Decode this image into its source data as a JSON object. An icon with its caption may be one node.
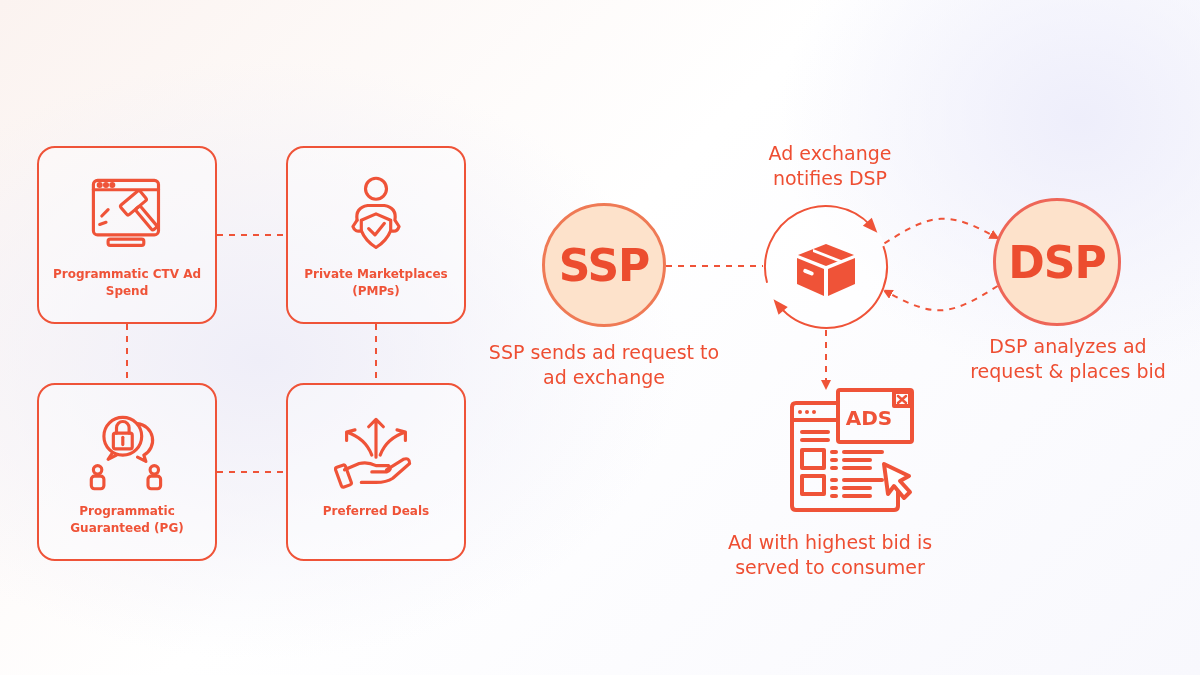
{
  "diagram": {
    "nodes": [
      {
        "text": [
          "Programmatic CTV Ad Spend"
        ]
      },
      {
        "text": [
          "Private Marketplaces (PMPs)"
        ]
      },
      {
        "text": [
          "Programmatic Guaranteed (PG)"
        ]
      },
      {
        "text": [
          "Preferred Deals"
        ]
      },
      {
        "text": [
          "SSP"
        ],
        "beside": [
          "SSP sends ad request to ad exchange"
        ]
      },
      {
        "text": [],
        "shape": "circle",
        "beside": [
          "Ad exchange notifies DSP"
        ]
      },
      {
        "text": [
          "DSP"
        ],
        "beside": [
          "DSP analyzes ad request & places bid"
        ]
      },
      {
        "text": [
          "ADS"
        ],
        "beside": [
          "Ad with highest bid is served to consumer"
        ]
      }
    ],
    "edges": [
      {
        "from": 0,
        "to": 1,
        "arrow": "none",
        "style": "dashed"
      },
      {
        "from": 0,
        "to": 2,
        "arrow": "none",
        "style": "dashed"
      },
      {
        "from": 1,
        "to": 3,
        "arrow": "none",
        "style": "dashed"
      },
      {
        "from": 2,
        "to": 3,
        "arrow": "none",
        "style": "dashed"
      },
      {
        "from": 4,
        "to": 5,
        "arrow": "none",
        "style": "dashed"
      },
      {
        "from": 5,
        "to": 6,
        "arrow": "to",
        "style": "dashed"
      },
      {
        "from": 6,
        "to": 5,
        "arrow": "to",
        "style": "dashed"
      },
      {
        "from": 5,
        "to": 7,
        "arrow": "to",
        "style": "dashed"
      }
    ]
  }
}
